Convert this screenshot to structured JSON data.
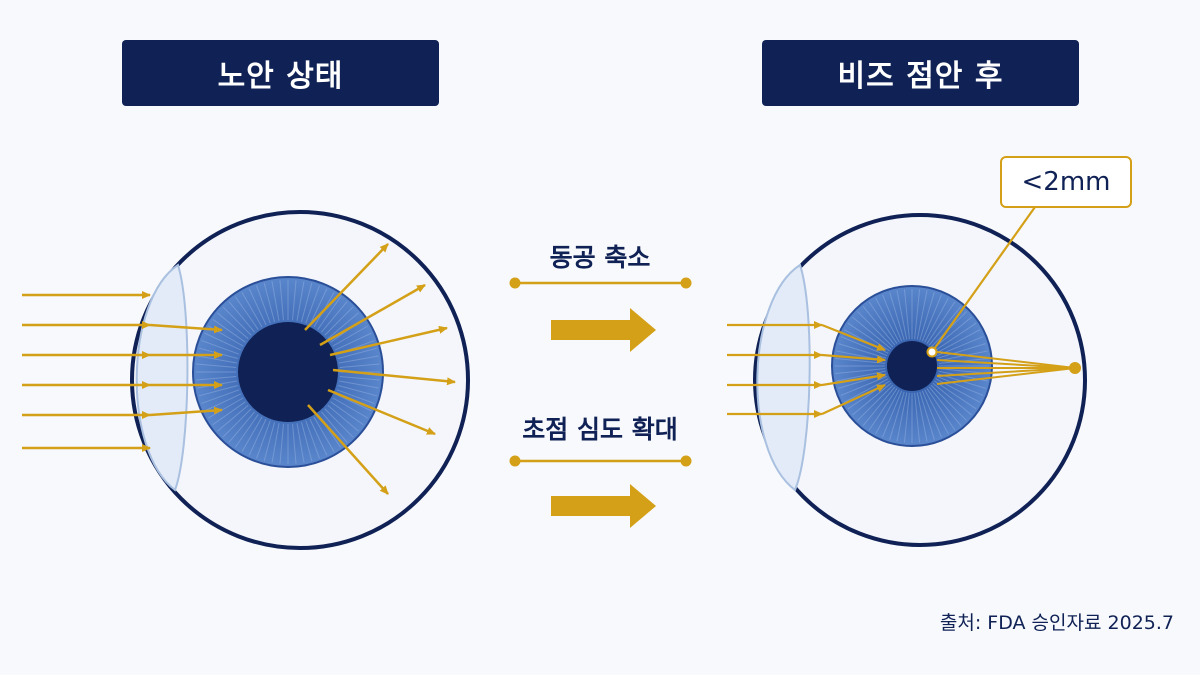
{
  "titles": {
    "left": "노안 상태",
    "right": "비즈 점안 후"
  },
  "labels": {
    "pupil": "동공 축소",
    "depth": "초점 심도 확대"
  },
  "callout": "<2mm",
  "source": "출처:  FDA 승인자료 2025.7",
  "colors": {
    "navy": "#0f2155",
    "iris": "#4a78c0",
    "ray": "#d4a017",
    "sclera": "#f4f6fb"
  }
}
